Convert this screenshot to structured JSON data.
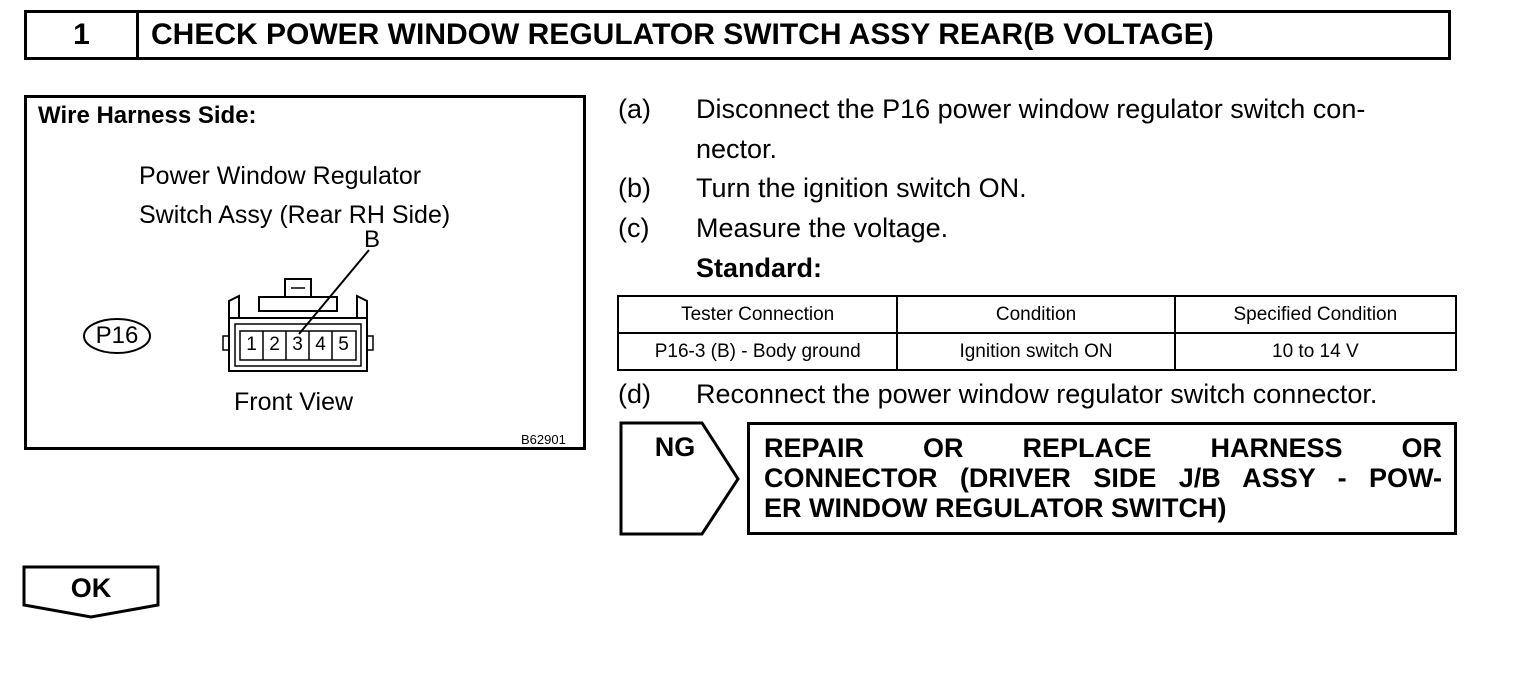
{
  "header": {
    "number": "1",
    "title": "CHECK POWER WINDOW REGULATOR SWITCH ASSY REAR(B VOLTAGE)"
  },
  "figure": {
    "heading": "Wire Harness Side:",
    "component_line1": "Power Window Regulator",
    "component_line2": "Switch Assy (Rear RH Side)",
    "terminal_label": "B",
    "connector_id": "P16",
    "pins": [
      "1",
      "2",
      "3",
      "4",
      "5"
    ],
    "view_label": "Front View",
    "figure_code": "B62901"
  },
  "steps": {
    "a": {
      "label": "(a)",
      "line1": "Disconnect the P16 power window regulator switch con-",
      "line2": "nector."
    },
    "b": {
      "label": "(b)",
      "text": "Turn the ignition switch ON."
    },
    "c": {
      "label": "(c)",
      "text": "Measure the voltage."
    },
    "standard_label": "Standard",
    "d": {
      "label": "(d)",
      "text": "Reconnect the power window regulator switch connector."
    }
  },
  "spec_table": {
    "headers": [
      "Tester Connection",
      "Condition",
      "Specified Condition"
    ],
    "rows": [
      [
        "P16-3 (B) - Body ground",
        "Ignition switch ON",
        "10 to 14 V"
      ]
    ]
  },
  "ng": {
    "label": "NG",
    "lines": [
      "REPAIR OR REPLACE HARNESS OR",
      "CONNECTOR (DRIVER SIDE J/B ASSY - POW-",
      "ER WINDOW REGULATOR SWITCH)"
    ]
  },
  "ok": {
    "label": "OK"
  }
}
